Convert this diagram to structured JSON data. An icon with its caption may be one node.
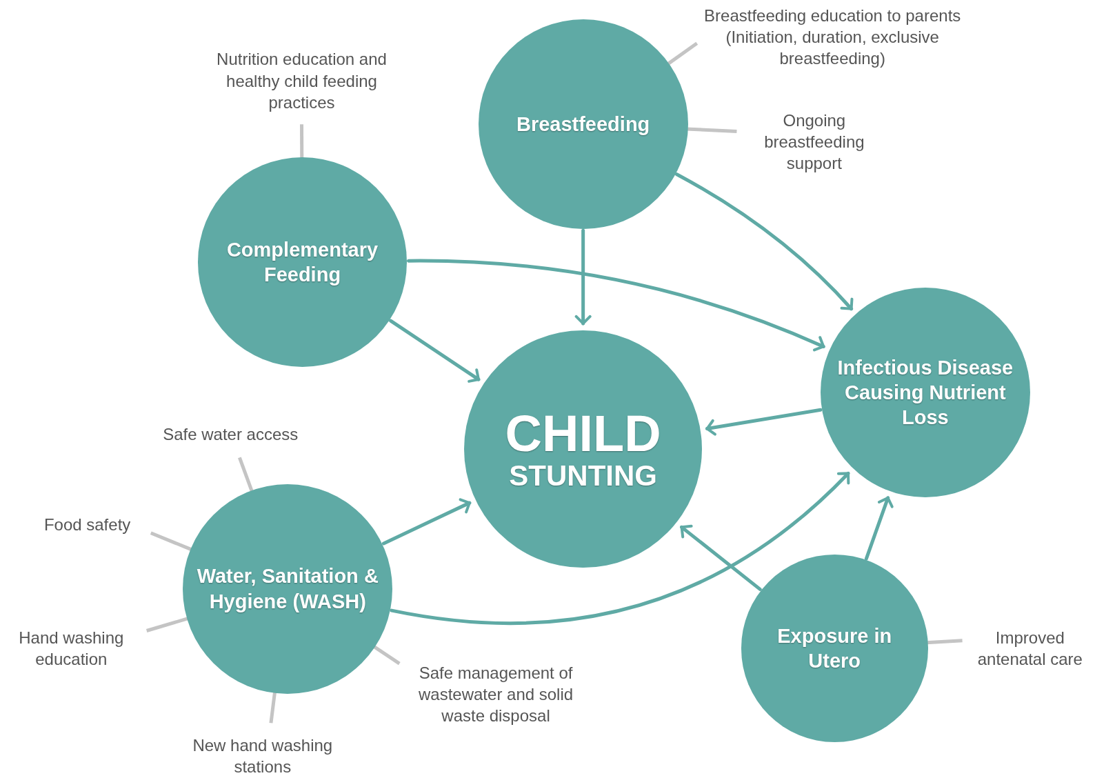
{
  "diagram": {
    "nodes": [
      {
        "text": [
          "Breastfeeding"
        ]
      },
      {
        "text": [
          "Complementary Feeding"
        ]
      },
      {
        "text": [
          "CHILD",
          "STUNTING"
        ]
      },
      {
        "text": [
          "Infectious Disease Causing Nutrient Loss"
        ]
      },
      {
        "text": [
          "Water, Sanitation & Hygiene (WASH)"
        ]
      },
      {
        "text": [
          "Exposure in Utero"
        ]
      },
      {
        "text": [
          "Breastfeeding education to parents (Initiation, duration, exclusive breastfeeding)"
        ]
      },
      {
        "text": [
          "Ongoing breastfeeding support"
        ]
      },
      {
        "text": [
          "Nutrition education and healthy child feeding practices"
        ]
      },
      {
        "text": [
          "Safe water access"
        ]
      },
      {
        "text": [
          "Food safety"
        ]
      },
      {
        "text": [
          "Hand washing education"
        ]
      },
      {
        "text": [
          "Safe management of wastewater and solid waste disposal"
        ]
      },
      {
        "text": [
          "New hand washing stations"
        ]
      },
      {
        "text": [
          "Improved antenatal care"
        ]
      }
    ],
    "edges": [
      {
        "from": 0,
        "to": 2,
        "arrow": "to"
      },
      {
        "from": 0,
        "to": 3,
        "arrow": "to"
      },
      {
        "from": 1,
        "to": 2,
        "arrow": "to"
      },
      {
        "from": 1,
        "to": 3,
        "arrow": "to"
      },
      {
        "from": 3,
        "to": 2,
        "arrow": "to"
      },
      {
        "from": 4,
        "to": 2,
        "arrow": "to"
      },
      {
        "from": 4,
        "to": 3,
        "arrow": "to"
      },
      {
        "from": 5,
        "to": 2,
        "arrow": "to"
      },
      {
        "from": 5,
        "to": 3,
        "arrow": "to"
      },
      {
        "from": 6,
        "to": 0,
        "arrow": "none",
        "color": "#c4c4c4"
      },
      {
        "from": 7,
        "to": 0,
        "arrow": "none",
        "color": "#c4c4c4"
      },
      {
        "from": 8,
        "to": 1,
        "arrow": "none",
        "color": "#c4c4c4"
      },
      {
        "from": 9,
        "to": 4,
        "arrow": "none",
        "color": "#c4c4c4"
      },
      {
        "from": 10,
        "to": 4,
        "arrow": "none",
        "color": "#c4c4c4"
      },
      {
        "from": 11,
        "to": 4,
        "arrow": "none",
        "color": "#c4c4c4"
      },
      {
        "from": 12,
        "to": 4,
        "arrow": "none",
        "color": "#c4c4c4"
      },
      {
        "from": 13,
        "to": 4,
        "arrow": "none",
        "color": "#c4c4c4"
      },
      {
        "from": 14,
        "to": 5,
        "arrow": "none",
        "color": "#c4c4c4"
      }
    ]
  }
}
